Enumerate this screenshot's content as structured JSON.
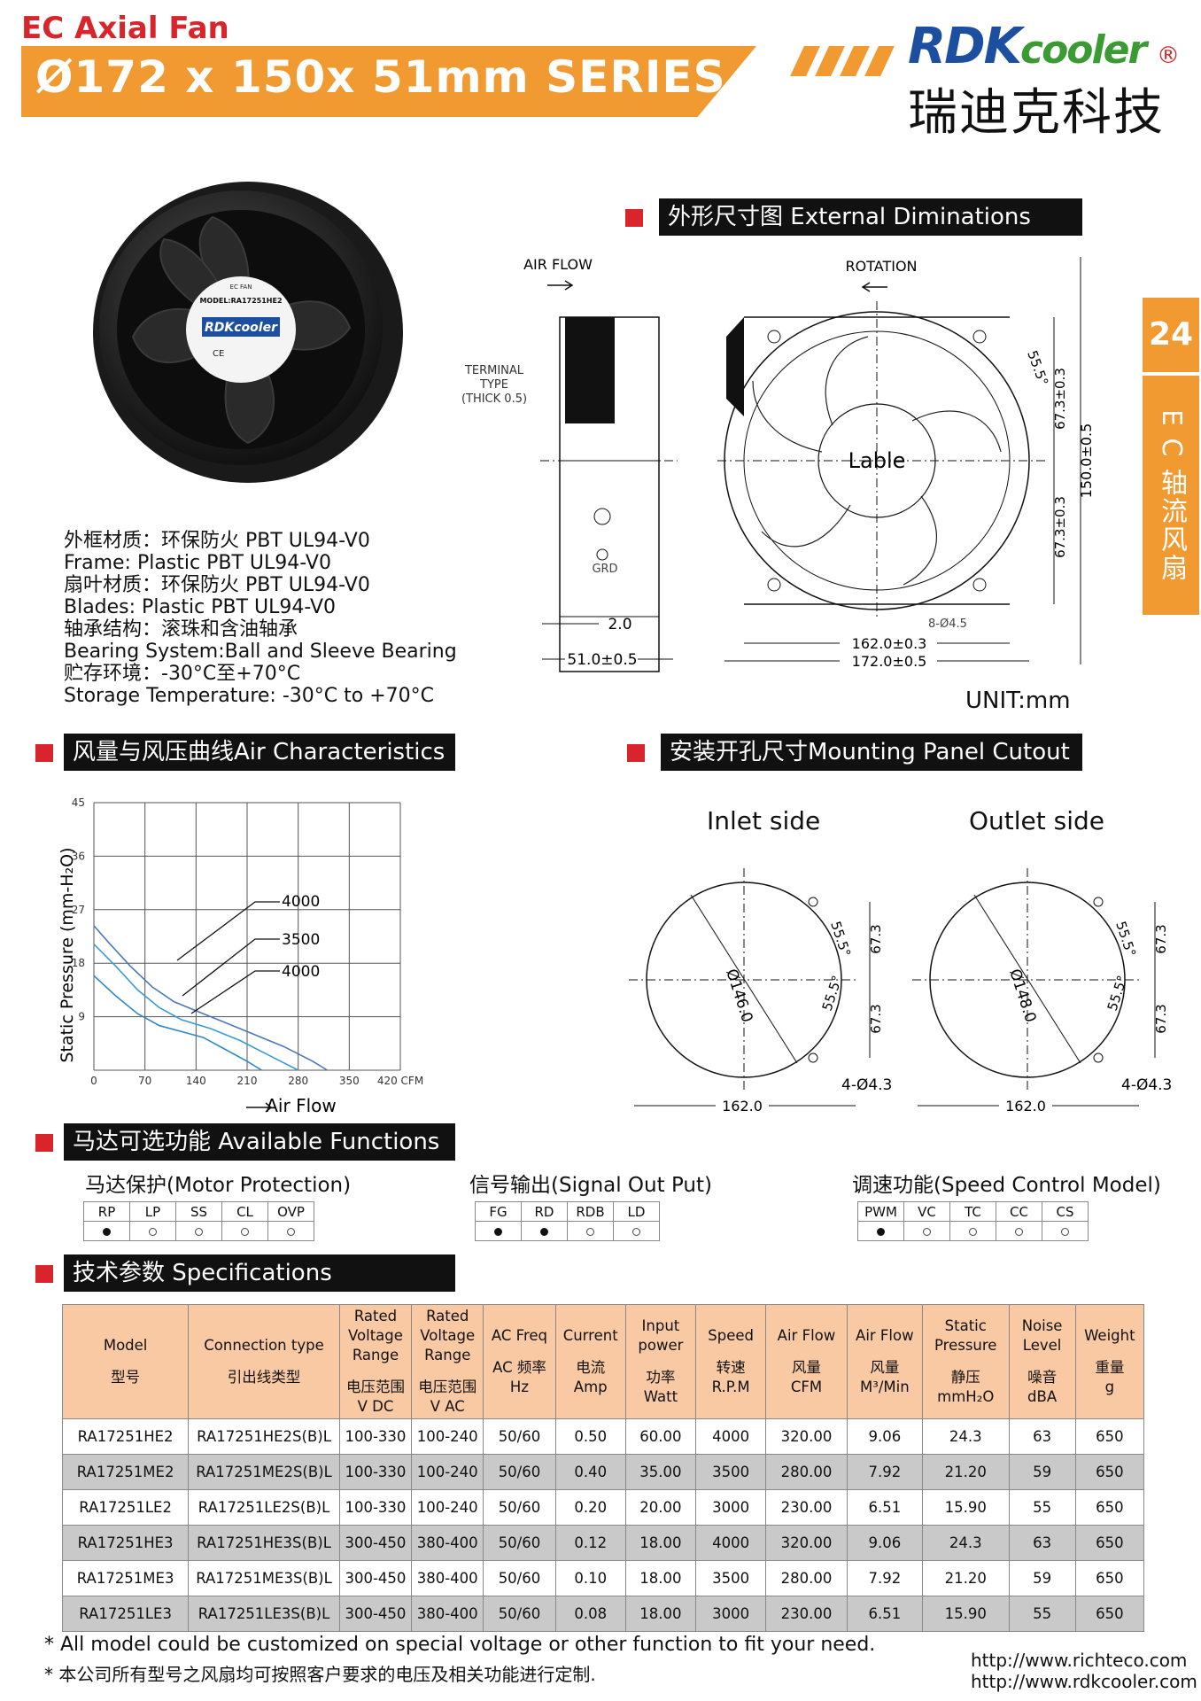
{
  "header": {
    "subtitle": "EC Axial Fan",
    "title": "Ø172 x 150x 51mm SERIES",
    "brand_left": "RDK",
    "brand_right": "cooler",
    "brand_reg": "®",
    "brand_cn": "瑞迪克科技"
  },
  "side_tab": {
    "page_number": "24",
    "category": "E C 轴流风扇"
  },
  "fan_photo": {
    "label_line1": "EC FAN",
    "label_model": "MODEL:RA17251HE2",
    "label_brand": "RDKcooler"
  },
  "materials": [
    "外框材质：环保防火  PBT UL94-V0",
    "Frame: Plastic PBT  UL94-V0",
    "扇叶材质：环保防火  PBT UL94-V0",
    "Blades: Plastic PBT  UL94-V0",
    "轴承结构：滚珠和含油轴承",
    "Bearing System:Ball and Sleeve Bearing",
    "贮存环境：-30°C至+70°C",
    "Storage Temperature: -30°C to  +70°C"
  ],
  "sections": {
    "external": "外形尺寸图  External Diminations",
    "air": "风量与风压曲线Air Characteristics",
    "cutout": "安装开孔尺寸Mounting Panel Cutout",
    "functions": "马达可选功能  Available Functions",
    "specs": "技术参数  Specifications"
  },
  "dimensions": {
    "air_flow": "AIR FLOW",
    "rotation": "ROTATION",
    "terminal": [
      "TERMINAL",
      "TYPE",
      "(THICK 0.5)"
    ],
    "grd": "GRD",
    "lable": "Lable",
    "d_2": "2.0",
    "d_51": "51.0±0.5",
    "d_55": "55.5°",
    "d_67a": "67.3±0.3",
    "d_67b": "67.3±0.3",
    "d_150": "150.0±0.5",
    "d_holes": "8-Ø4.5",
    "d_162": "162.0±0.3",
    "d_172": "172.0±0.5",
    "unit": "UNIT:mm"
  },
  "cutout": {
    "inlet": "Inlet side",
    "outlet": "Outlet side",
    "inlet_dia": "Ø146.0",
    "outlet_dia": "Ø148.0",
    "angle": "55.5°",
    "half": "67.3",
    "holes": "4-Ø4.3",
    "width": "162.0"
  },
  "chart_data": {
    "type": "line",
    "xlabel": "Air Flow",
    "ylabel": "Static Pressure  (mm-H₂O)",
    "x_ticks": [
      "0",
      "70",
      "140",
      "210",
      "280",
      "350",
      "420 CFM"
    ],
    "y_ticks": [
      "9",
      "18",
      "27",
      "36",
      "45"
    ],
    "xlim": [
      0,
      420
    ],
    "ylim": [
      0,
      45
    ],
    "series": [
      {
        "name": "4000",
        "x": [
          0,
          20,
          50,
          80,
          110,
          140,
          180,
          220,
          260,
          300,
          320
        ],
        "y": [
          24.3,
          21.5,
          17.5,
          14,
          11.5,
          10,
          8,
          6,
          4,
          1.5,
          0
        ]
      },
      {
        "name": "3500",
        "x": [
          0,
          30,
          60,
          90,
          120,
          160,
          200,
          240,
          280
        ],
        "y": [
          21.2,
          17.5,
          13.5,
          10.5,
          8.5,
          7,
          5,
          2.5,
          0
        ]
      },
      {
        "name": "4000",
        "x": [
          0,
          30,
          60,
          90,
          120,
          150,
          180,
          210,
          230
        ],
        "y": [
          15.9,
          12.5,
          9.5,
          7.5,
          6.5,
          5.5,
          3.5,
          1.5,
          0
        ]
      }
    ],
    "annotations": [
      "4000",
      "3500",
      "4000"
    ]
  },
  "functions": {
    "motor": {
      "title": "马达保护(Motor Protection)",
      "cols": [
        "RP",
        "LP",
        "SS",
        "CL",
        "OVP"
      ],
      "on": [
        true,
        false,
        false,
        false,
        false
      ]
    },
    "signal": {
      "title": "信号输出(Signal Out Put)",
      "cols": [
        "FG",
        "RD",
        "RDB",
        "LD"
      ],
      "on": [
        true,
        true,
        false,
        false
      ]
    },
    "speed": {
      "title": "调速功能(Speed Control Model)",
      "cols": [
        "PWM",
        "VC",
        "TC",
        "CC",
        "CS"
      ],
      "on": [
        true,
        false,
        false,
        false,
        false
      ]
    }
  },
  "spec_table": {
    "headers": [
      {
        "en": "Model",
        "cn": "型号",
        "unit": ""
      },
      {
        "en": "Connection type",
        "cn": "引出线类型",
        "unit": ""
      },
      {
        "en": "Rated Voltage Range",
        "cn": "电压范围",
        "unit": "V DC"
      },
      {
        "en": "Rated Voltage Range",
        "cn": "电压范围",
        "unit": "V AC"
      },
      {
        "en": "AC Freq",
        "cn": "AC 频率",
        "unit": "Hz"
      },
      {
        "en": "Current",
        "cn": "电流",
        "unit": "Amp"
      },
      {
        "en": "Input power",
        "cn": "功率",
        "unit": "Watt"
      },
      {
        "en": "Speed",
        "cn": "转速",
        "unit": "R.P.M"
      },
      {
        "en": "Air Flow",
        "cn": "风量",
        "unit": "CFM"
      },
      {
        "en": "Air Flow",
        "cn": "风量",
        "unit": "M³/Min"
      },
      {
        "en": "Static Pressure",
        "cn": "静压",
        "unit": "mmH₂O"
      },
      {
        "en": "Noise Level",
        "cn": "噪音",
        "unit": "dBA"
      },
      {
        "en": "Weight",
        "cn": "重量",
        "unit": "g"
      }
    ],
    "rows": [
      [
        "RA17251HE2",
        "RA17251HE2S(B)L",
        "100-330",
        "100-240",
        "50/60",
        "0.50",
        "60.00",
        "4000",
        "320.00",
        "9.06",
        "24.3",
        "63",
        "650"
      ],
      [
        "RA17251ME2",
        "RA17251ME2S(B)L",
        "100-330",
        "100-240",
        "50/60",
        "0.40",
        "35.00",
        "3500",
        "280.00",
        "7.92",
        "21.20",
        "59",
        "650"
      ],
      [
        "RA17251LE2",
        "RA17251LE2S(B)L",
        "100-330",
        "100-240",
        "50/60",
        "0.20",
        "20.00",
        "3000",
        "230.00",
        "6.51",
        "15.90",
        "55",
        "650"
      ],
      [
        "RA17251HE3",
        "RA17251HE3S(B)L",
        "300-450",
        "380-400",
        "50/60",
        "0.12",
        "18.00",
        "4000",
        "320.00",
        "9.06",
        "24.3",
        "63",
        "650"
      ],
      [
        "RA17251ME3",
        "RA17251ME3S(B)L",
        "300-450",
        "380-400",
        "50/60",
        "0.10",
        "18.00",
        "3500",
        "280.00",
        "7.92",
        "21.20",
        "59",
        "650"
      ],
      [
        "RA17251LE3",
        "RA17251LE3S(B)L",
        "300-450",
        "380-400",
        "50/60",
        "0.08",
        "18.00",
        "3000",
        "230.00",
        "6.51",
        "15.90",
        "55",
        "650"
      ]
    ]
  },
  "notes": [
    "* All model could be customized on special voltage or other function to fit your need.",
    "* 本公司所有型号之风扇均可按照客户要求的电压及相关功能进行定制."
  ],
  "urls": [
    "http://www.richteco.com",
    "http://www.rdkcooler.com"
  ],
  "colors": {
    "accent": "#f19a32",
    "red": "#d8242b",
    "brand_blue": "#1d4fa0",
    "brand_green": "#3a9b32",
    "table_header": "#f9c9a4",
    "table_alt": "#c9c9c9"
  }
}
